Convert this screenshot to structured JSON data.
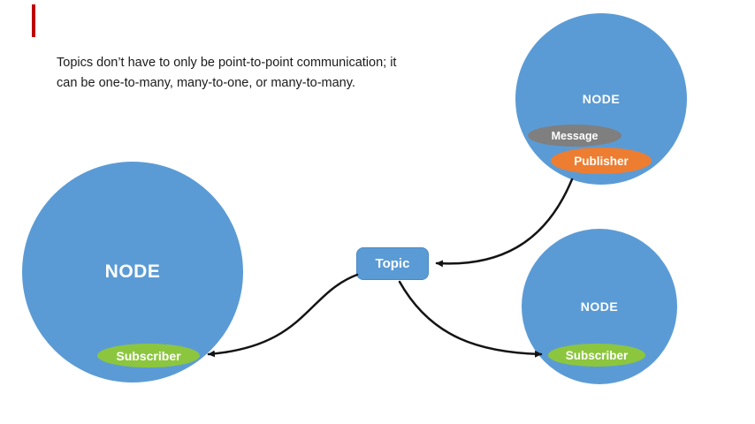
{
  "caption": {
    "line1": "Topics don’t have to only be point-to-point communication; it",
    "line2": "can be one-to-many, many-to-one, or many-to-many."
  },
  "nodes": {
    "left": {
      "label": "NODE",
      "badge": "Subscriber"
    },
    "top_right": {
      "label": "NODE",
      "message_badge": "Message",
      "publisher_badge": "Publisher"
    },
    "bottom_right": {
      "label": "NODE",
      "badge": "Subscriber"
    }
  },
  "topic": {
    "label": "Topic"
  },
  "colors": {
    "node_blue": "#5b9bd5",
    "subscriber_green": "#8cc63f",
    "publisher_orange": "#ed7d31",
    "message_gray": "#7f7f7f",
    "marker_red": "#c00000",
    "arrow_black": "#141414",
    "text_dark": "#1b1b1b",
    "label_white": "#ffffff"
  }
}
